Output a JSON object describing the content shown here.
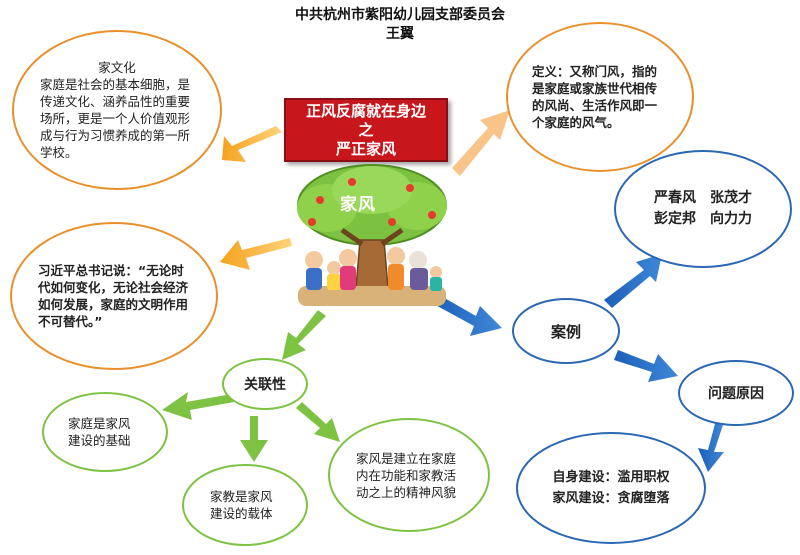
{
  "header": {
    "line1": "中共杭州市紫阳幼儿园支部委员会",
    "line2": "王翼"
  },
  "banner": {
    "line1": "正风反腐就在身边",
    "line2": "之",
    "line3": "严正家风"
  },
  "center_label": "家风",
  "family_culture": {
    "title": "家文化",
    "body": "家庭是社会的基本细胞，是传递文化、涵养品性的重要场所，更是一个人价值观形成与行为习惯养成的第一所学校。"
  },
  "definition": {
    "body": "定义：又称门风，指的是家庭或家族世代相传的风尚、生活作风即一个家庭的风气。"
  },
  "quote": {
    "body": "习近平总书记说：“无论时代如何变化，无论社会经济如何发展，家庭的文明作用不可替代。”"
  },
  "names": {
    "row1": "严春风　张茂才",
    "row2": "彭定邦　向力力"
  },
  "case_label": "案例",
  "cause_label": "问题原因",
  "reasons": {
    "row1": "自身建设：滥用职权",
    "row2": "家风建设：贪腐堕落"
  },
  "relation_label": "关联性",
  "relation_items": [
    "家庭是家风建设的基础",
    "家教是家风建设的载体",
    "家风是建立在家庭内在功能和家教活动之上的精神风貌"
  ],
  "colors": {
    "orange": "#e8912c",
    "blue": "#2b67b3",
    "green": "#7dc242",
    "banner_red": "#c8161d"
  }
}
